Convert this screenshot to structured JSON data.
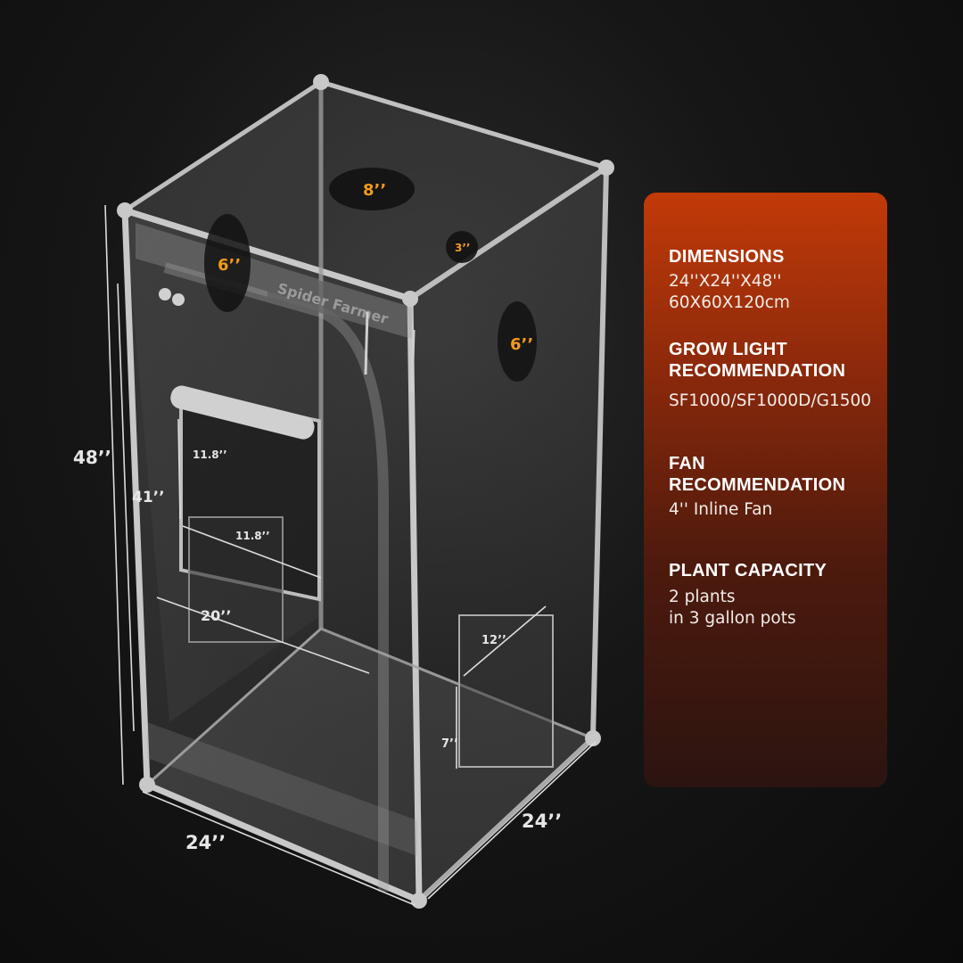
{
  "product": {
    "brand_label": "Spider Farmer"
  },
  "measurements": {
    "height": "48’’",
    "door_height": "41’’",
    "width_front": "24’’",
    "depth_side": "24’’",
    "window_height": "11.8’’",
    "window_width": "11.8’’",
    "floor_depth": "20’’",
    "side_window_width": "12’’",
    "side_window_height": "7’’"
  },
  "ports": {
    "top_large": "8’’",
    "top_small": "3’’",
    "front_left": "6’’",
    "side_right": "6’’"
  },
  "specs": [
    {
      "heading_lines": [
        "DIMENSIONS"
      ],
      "value_lines": [
        "24''X24''X48''",
        "60X60X120cm"
      ]
    },
    {
      "heading_lines": [
        "GROW LIGHT",
        "RECOMMENDATION"
      ],
      "value_lines": [
        "SF1000/SF1000D/G1500"
      ]
    },
    {
      "heading_lines": [
        "FAN",
        "RECOMMENDATION"
      ],
      "value_lines": [
        "4'' Inline Fan"
      ]
    },
    {
      "heading_lines": [
        "PLANT CAPACITY"
      ],
      "value_lines": [
        "2 plants",
        "in 3 gallon pots"
      ]
    }
  ],
  "colors": {
    "panel_top": "#c23a08",
    "panel_bottom": "#2b1410",
    "port_label": "#f39a1c",
    "frame": "#b8b8b8"
  }
}
